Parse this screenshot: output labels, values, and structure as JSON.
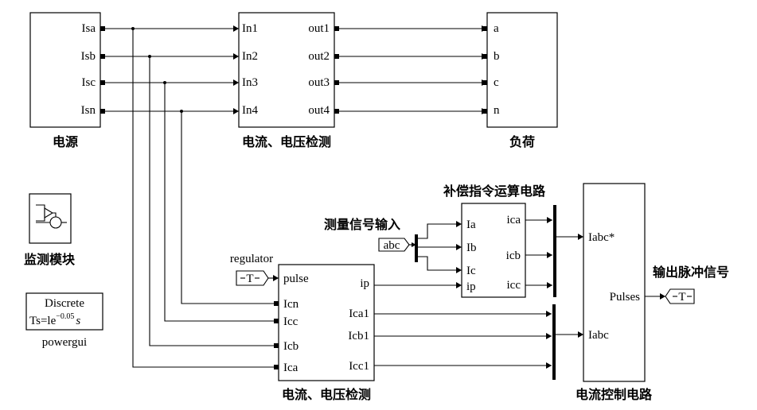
{
  "blocks": {
    "source": {
      "caption": "电源",
      "ports": [
        "Isa",
        "Isb",
        "Isc",
        "Isn"
      ]
    },
    "measure_top": {
      "caption": "电流、电压检测",
      "inputs": [
        "In1",
        "In2",
        "In3",
        "In4"
      ],
      "outputs": [
        "out1",
        "out2",
        "out3",
        "out4"
      ]
    },
    "load": {
      "caption": "负荷",
      "ports": [
        "a",
        "b",
        "c",
        "n"
      ]
    },
    "monitor": {
      "caption": "监测模块"
    },
    "powergui": {
      "line1": "Discrete",
      "line2_prefix": "Ts=le",
      "line2_exp": "−0.05",
      "line2_unit": "s",
      "caption": "powergui"
    },
    "measure_bottom": {
      "caption": "电流、电压检测",
      "inputs": [
        "pulse",
        "Icn",
        "Icc",
        "Icb",
        "Ica"
      ],
      "outputs": [
        "ip",
        "Ica1",
        "Icb1",
        "Icc1"
      ]
    },
    "compensation": {
      "caption": "补偿指令运算电路",
      "inputs": [
        "Ia",
        "Ib",
        "Ic",
        "ip"
      ],
      "outputs": [
        "ica",
        "icb",
        "icc"
      ]
    },
    "current_control": {
      "caption": "电流控制电路",
      "inputs": [
        "Iabc*",
        "Iabc"
      ],
      "outputs": [
        "Pulses"
      ]
    }
  },
  "tags": {
    "regulator_label": "regulator",
    "regulator_from": "T",
    "pulses_goto": "T",
    "abc_from": "abc"
  },
  "labels": {
    "measure_input": "测量信号输入",
    "output_pulse": "输出脉冲信号"
  }
}
